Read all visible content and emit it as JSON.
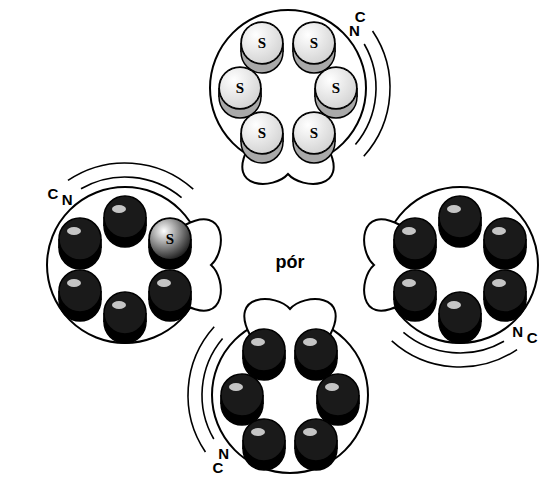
{
  "diagram": {
    "nodes": [
      {
        "text": [
          "S"
        ]
      },
      {
        "text": [
          "S"
        ]
      },
      {
        "text": [
          "S"
        ]
      },
      {
        "text": [
          "S"
        ]
      },
      {
        "text": [
          "S"
        ]
      },
      {
        "text": [
          "S"
        ]
      },
      {
        "text": [
          "S"
        ]
      }
    ],
    "labels": [
      "N",
      "C",
      "C",
      "N",
      "N",
      "C",
      "C",
      "N",
      "pór"
    ]
  }
}
